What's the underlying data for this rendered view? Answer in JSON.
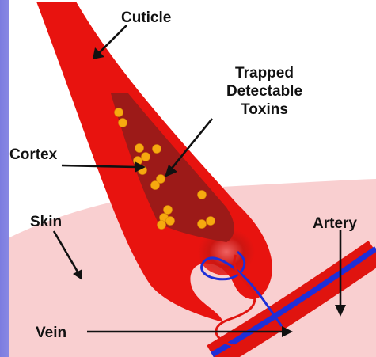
{
  "labels": {
    "cuticle": "Cuticle",
    "toxins_line1": "Trapped",
    "toxins_line2": "Detectable",
    "toxins_line3": "Toxins",
    "cortex": "Cortex",
    "skin": "Skin",
    "artery": "Artery",
    "vein": "Vein"
  },
  "colors": {
    "hair_red": "#e8130f",
    "cortex_dark": "#9c1a18",
    "skin_pink": "#f9cfd0",
    "toxin_yellow": "#f6a90f",
    "vein_blue": "#1f2fd8",
    "artery_red": "#e0140f",
    "arrow": "#111111",
    "side_band": "#7c7ce0"
  }
}
